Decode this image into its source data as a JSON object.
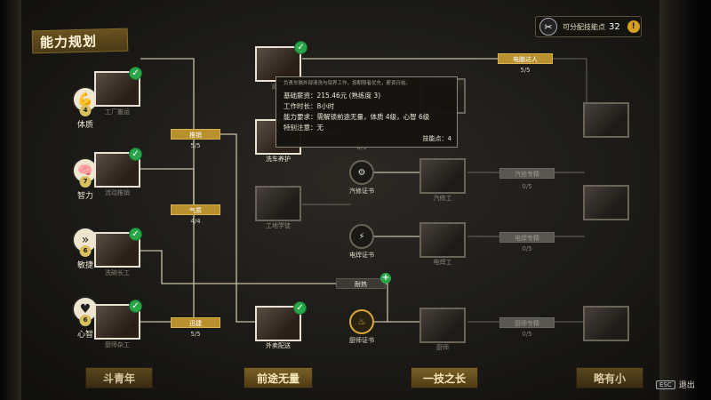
{
  "title": "能力规划",
  "skill_points": {
    "icon": "wrench-icon",
    "label": "可分配技能点",
    "value": "32",
    "alert_icon": "!"
  },
  "attributes": [
    {
      "name": "体质",
      "level": "4",
      "icon": "arm-icon"
    },
    {
      "name": "智力",
      "level": "7",
      "icon": "brain-icon"
    },
    {
      "name": "敏捷",
      "level": "6",
      "icon": "dash-icon"
    },
    {
      "name": "心智",
      "level": "6",
      "icon": "heart-icon"
    }
  ],
  "jobs": {
    "job1": "工厂搬运",
    "job2": "流动推销",
    "job3": "洗碗长工",
    "job4": "厨师杂工",
    "job5": "网吧",
    "job6": "洗车养护",
    "job7": "工地学徒",
    "job8": "外卖配送",
    "job9": "汽修工",
    "job10": "电焊工",
    "job11": "厨师"
  },
  "badges": {
    "tuixiao": "推销",
    "qishi": "气质",
    "xunjie": "迅捷",
    "nailao": "耐热",
    "dianhan_daren": "电脑达人",
    "qixiu_zhuanjing": "汽修专精",
    "dianhan_zhuanjing": "电焊专精",
    "chushi_zhuanjing": "厨师专精"
  },
  "progress": {
    "tuixiao": "5/5",
    "qishi": "4/4",
    "xunjie": "5/5",
    "daren": "5/5",
    "mid": "0/5",
    "qixiu": "0/5",
    "dianhan": "0/5",
    "chushi": "0/5"
  },
  "certs": [
    {
      "name": "汽修证书",
      "icon": "wrench-badge-icon"
    },
    {
      "name": "电焊证书",
      "icon": "welding-icon"
    },
    {
      "name": "厨师证书",
      "icon": "chef-icon"
    }
  ],
  "stages": {
    "s1": "斗青年",
    "s2": "前途无量",
    "s3": "一技之长",
    "s4": "略有小"
  },
  "tooltip": {
    "desc": "负责车辆外部清洗与保养工作，按期限者优先，薪资日结。",
    "salary": "基础薪资：215.46元 (熟练度 3)",
    "hours": "工作时长：8小时",
    "req": "能力要求：需解锁前途无量，体质 4级，心智 6级",
    "note": "特别注意：无",
    "cost": "技能点：4"
  },
  "esc": {
    "key": "ESC",
    "label": "退出"
  }
}
